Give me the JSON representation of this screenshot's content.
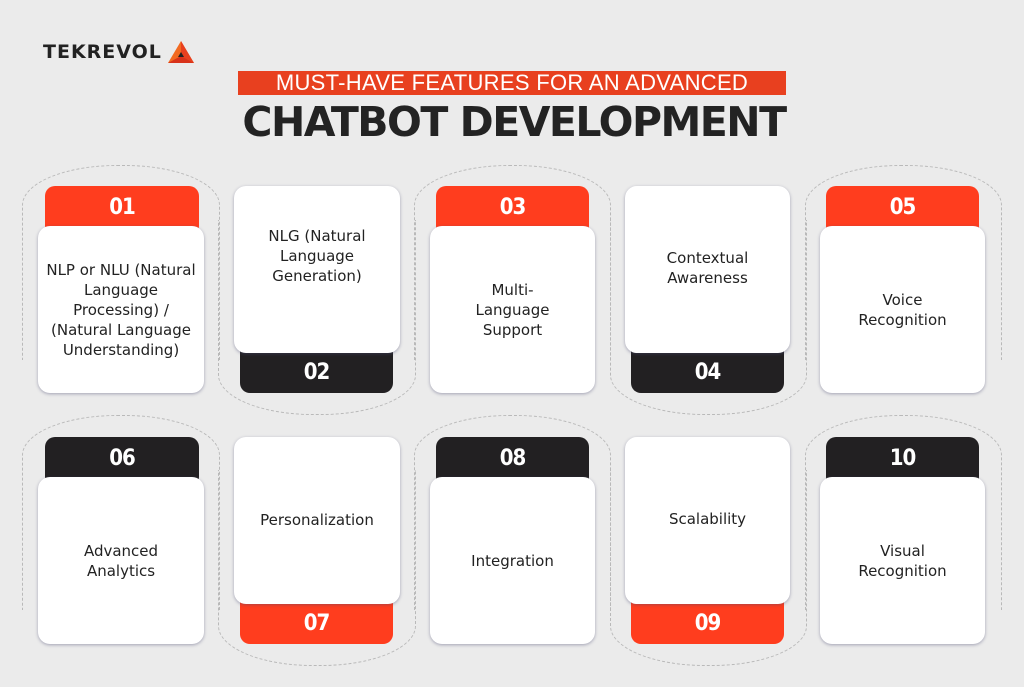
{
  "brand": {
    "logo_text": "TEKREVOL",
    "logo_icon": "triangle-logo-icon",
    "accent_color": "#ff3d1e",
    "dark_color": "#222022"
  },
  "header": {
    "subtitle": "MUST-HAVE FEATURES FOR AN ADVANCED",
    "title": "CHATBOT DEVELOPMENT"
  },
  "features": [
    {
      "number": "01",
      "label": "NLP or NLU (Natural Language Processing) / (Natural Language Understanding)",
      "tab_color": "red",
      "tab_position": "top"
    },
    {
      "number": "02",
      "label": "NLG (Natural Language Generation)",
      "tab_color": "dark",
      "tab_position": "bottom"
    },
    {
      "number": "03",
      "label": "Multi-Language Support",
      "tab_color": "red",
      "tab_position": "top"
    },
    {
      "number": "04",
      "label": "Contextual Awareness",
      "tab_color": "dark",
      "tab_position": "bottom"
    },
    {
      "number": "05",
      "label": "Voice Recognition",
      "tab_color": "red",
      "tab_position": "top"
    },
    {
      "number": "06",
      "label": "Advanced Analytics",
      "tab_color": "dark",
      "tab_position": "top"
    },
    {
      "number": "07",
      "label": "Personalization",
      "tab_color": "red",
      "tab_position": "bottom"
    },
    {
      "number": "08",
      "label": "Integration",
      "tab_color": "dark",
      "tab_position": "top"
    },
    {
      "number": "09",
      "label": "Scalability",
      "tab_color": "red",
      "tab_position": "bottom"
    },
    {
      "number": "10",
      "label": "Visual Recognition",
      "tab_color": "dark",
      "tab_position": "top"
    }
  ]
}
